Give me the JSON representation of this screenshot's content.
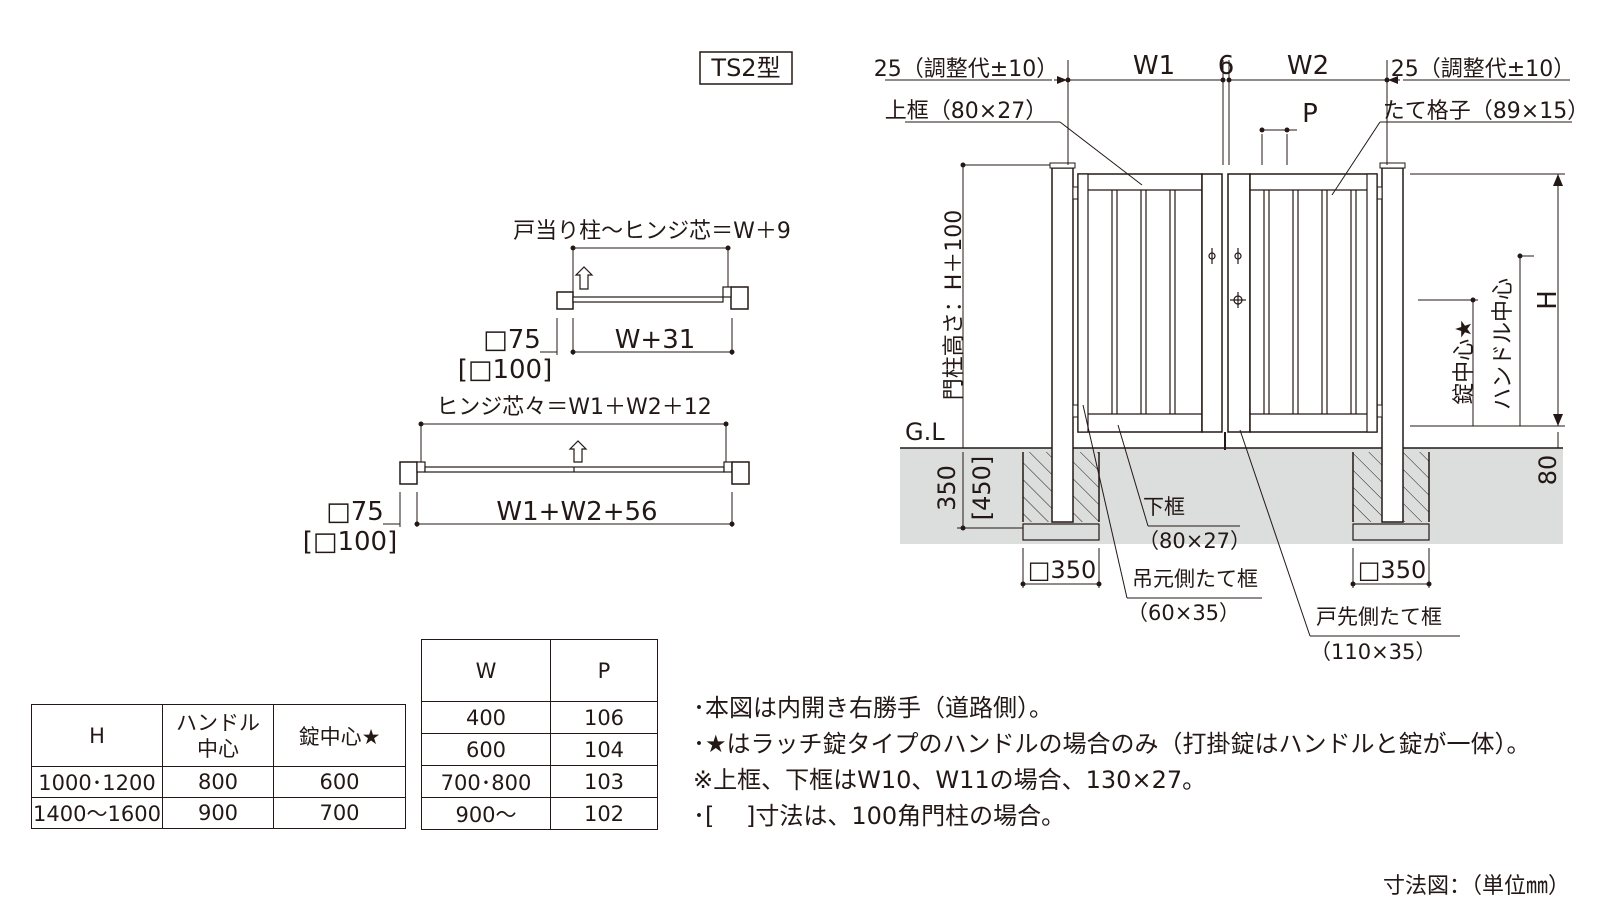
{
  "model_label": "TS2型",
  "plan_single": {
    "top_label": "戸当り柱～ヒンジ芯＝W＋9",
    "post_label": "□75",
    "post_label_alt": "[□100]",
    "width_label": "W+31"
  },
  "plan_double": {
    "top_label": "ヒンジ芯々＝W1＋W2＋12",
    "post_label": "□75",
    "post_label_alt": "[□100]",
    "width_label": "W1+W2+56"
  },
  "elevation": {
    "adjust_left": "25（調整代±10）",
    "adjust_right": "25（調整代±10）",
    "w1": "W1",
    "gap": "6",
    "w2": "W2",
    "p": "P",
    "top_frame": "上框（80×27）",
    "vertical_slat": "たて格子（89×15）",
    "post_height": "門柱高さ：H＋100",
    "gl": "G.L",
    "h": "H",
    "handle_center": "ハンドル中心",
    "lock_center": "錠中心★",
    "bottom_clear": "80",
    "depth": "350",
    "depth_alt": "[450]",
    "footing_left": "□350",
    "footing_right": "□350",
    "bottom_frame": "下框",
    "bottom_frame_size": "（80×27）",
    "hinge_side_frame": "吊元側たて框",
    "hinge_side_frame_size": "（60×35）",
    "latch_side_frame": "戸先側たて框",
    "latch_side_frame_size": "（110×35）"
  },
  "table_h": {
    "headers": [
      "H",
      "ハンドル中心",
      "錠中心★"
    ],
    "header_handle_line1": "ハンドル",
    "header_handle_line2": "中心",
    "rows": [
      [
        "1000･1200",
        "800",
        "600"
      ],
      [
        "1400～1600",
        "900",
        "700"
      ]
    ]
  },
  "table_wp": {
    "headers": [
      "W",
      "P"
    ],
    "rows": [
      [
        "400",
        "106"
      ],
      [
        "600",
        "104"
      ],
      [
        "700･800",
        "103"
      ],
      [
        "900～",
        "102"
      ]
    ]
  },
  "notes": [
    "･本図は内開き右勝手（道路側）。",
    "･★はラッチ錠タイプのハンドルの場合のみ（打掛錠はハンドルと錠が一体）。",
    "※上框、下框はW10、W11の場合、130×27。",
    "･[　 ]寸法は、100角門柱の場合。"
  ],
  "unit_caption": "寸法図：（単位㎜）",
  "colors": {
    "line": "#231815",
    "ground": "#dcdddd",
    "background": "#ffffff"
  }
}
